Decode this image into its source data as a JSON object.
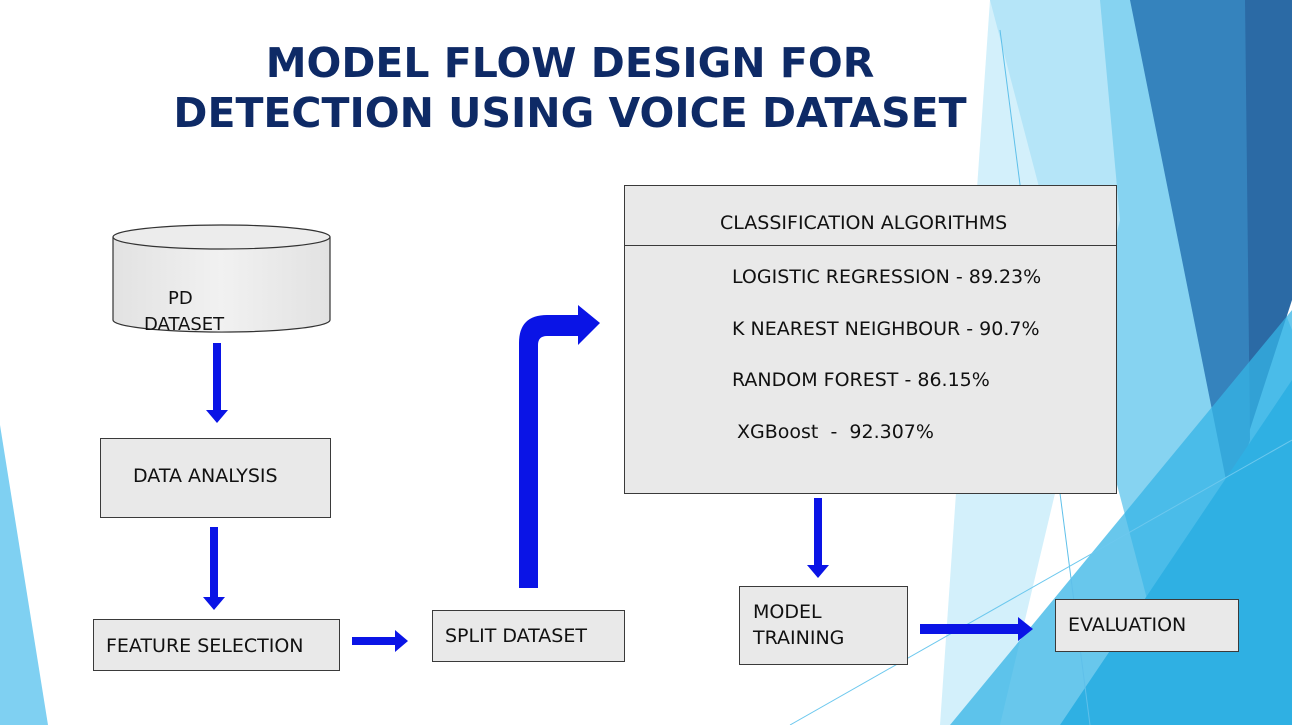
{
  "title": {
    "line1": "MODEL FLOW DESIGN FOR",
    "line2": "DETECTION USING VOICE DATASET"
  },
  "dataset": {
    "line1": "PD",
    "line2": "DATASET"
  },
  "steps": {
    "data_analysis": "DATA ANALYSIS",
    "feature_selection": "FEATURE SELECTION",
    "split_dataset": "SPLIT DATASET",
    "model_training_line1": "MODEL",
    "model_training_line2": "TRAINING",
    "evaluation": "EVALUATION"
  },
  "classification": {
    "header": "CLASSIFICATION  ALGORITHMS",
    "algorithms": [
      "LOGISTIC REGRESSION - 89.23%",
      "K NEAREST NEIGHBOUR - 90.7%",
      "RANDOM FOREST - 86.15%",
      "XGBoost  -  92.307%"
    ]
  },
  "colors": {
    "title": "#0e2a66",
    "arrow": "#0a14e6",
    "box_fill": "#e9e9e9",
    "accent_light": "#8fd6f2",
    "accent_mid": "#29a9dd",
    "accent_dark": "#2a6aa6"
  }
}
